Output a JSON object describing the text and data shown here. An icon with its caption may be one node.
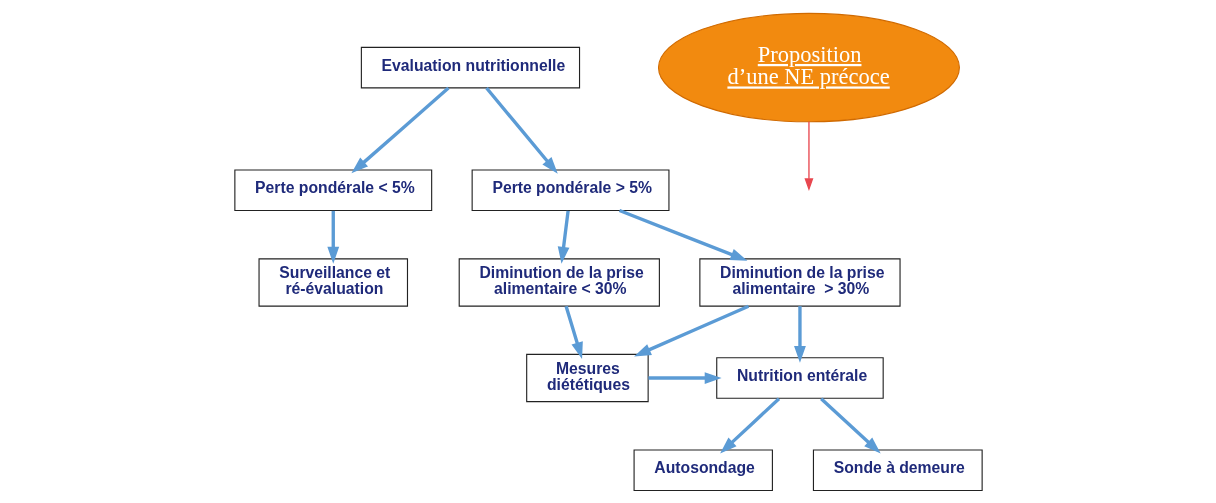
{
  "diagram": {
    "nodes": [
      {
        "text": [
          "Evaluation nutritionnelle"
        ]
      },
      {
        "text": [
          "Perte pondérale < 5%"
        ]
      },
      {
        "text": [
          "Perte pondérale > 5%"
        ]
      },
      {
        "text": [
          "Proposition d’une NE précoce"
        ]
      },
      {
        "text": [
          "Diminution de la prise alimentaire < 30%"
        ]
      },
      {
        "text": [
          "Diminution de la prise alimentaire  > 30%"
        ]
      },
      {
        "text": [
          "Surveillance et ré-évaluation"
        ]
      },
      {
        "text": [
          "Mesures diététiques"
        ]
      },
      {
        "text": [
          "Nutrition entérale"
        ]
      },
      {
        "text": [
          "Autosondage"
        ]
      },
      {
        "text": [
          "Sonde à demeure"
        ]
      }
    ],
    "edges": [
      {
        "from": 0,
        "to": 1,
        "arrow": "to"
      },
      {
        "from": 0,
        "to": 2,
        "arrow": "to"
      },
      {
        "from": 1,
        "to": 6,
        "arrow": "to"
      },
      {
        "from": 2,
        "to": 4,
        "arrow": "to"
      },
      {
        "from": 2,
        "to": 5,
        "arrow": "to"
      },
      {
        "from": 4,
        "to": 7,
        "arrow": "to"
      },
      {
        "from": 5,
        "to": 7,
        "arrow": "to"
      },
      {
        "from": 5,
        "to": 8,
        "arrow": "to"
      },
      {
        "from": 7,
        "to": 8,
        "arrow": "to"
      },
      {
        "from": 8,
        "to": 9,
        "arrow": "to"
      },
      {
        "from": 8,
        "to": 10,
        "arrow": "to"
      },
      {
        "from": 3,
        "to": null,
        "arrow": "to",
        "color": "#e8474f"
      }
    ]
  }
}
